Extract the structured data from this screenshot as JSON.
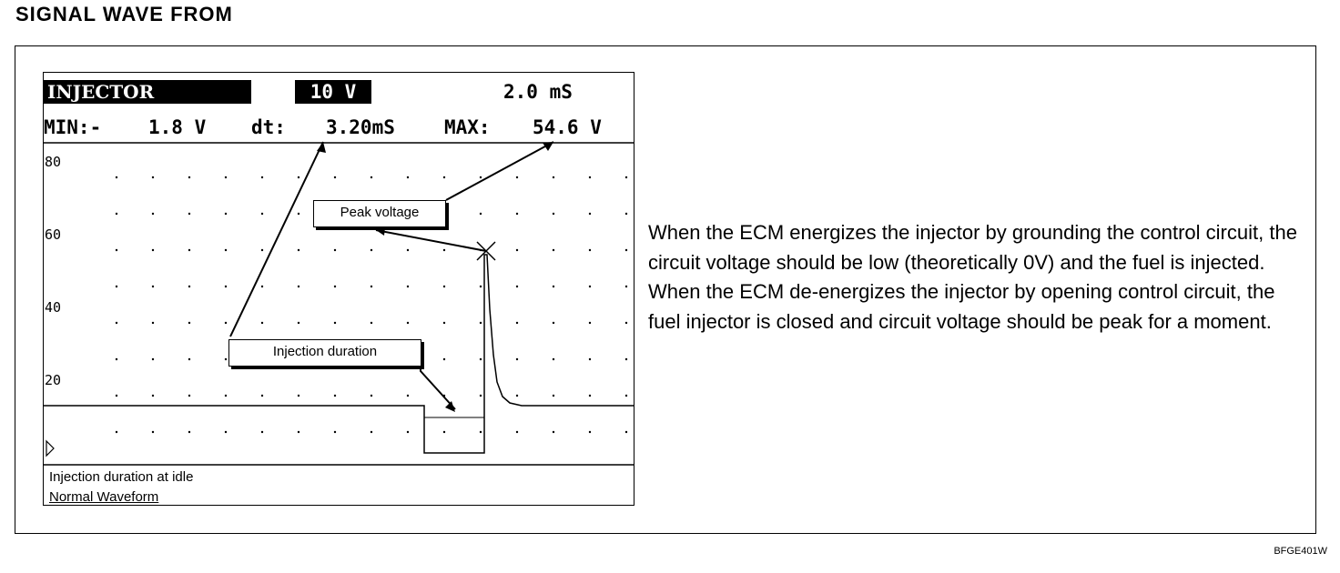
{
  "heading": "SIGNAL WAVE FROM",
  "scope": {
    "channel_label": "INJECTOR",
    "volt_div": "10 V",
    "time_div": "2.0 mS",
    "min_label": "MIN:-",
    "min_value": "1.8 V",
    "dt_label": "dt:",
    "dt_value": "3.20mS",
    "max_label": "MAX:",
    "max_value": "54.6 V",
    "y_ticks": [
      "80",
      "60",
      "40",
      "20"
    ],
    "callout_peak": "Peak voltage",
    "callout_duration": "Injection duration",
    "footer_line1": "Injection duration at idle",
    "footer_line2": "Normal Waveform"
  },
  "description": "When the ECM energizes the injector by grounding the control circuit, the circuit voltage should be low (theoretically 0V) and the fuel is injected. When the ECM de-energizes the injector by opening control circuit, the fuel injector is closed and circuit voltage should be peak for a moment.",
  "figure_code": "BFGE401W"
}
